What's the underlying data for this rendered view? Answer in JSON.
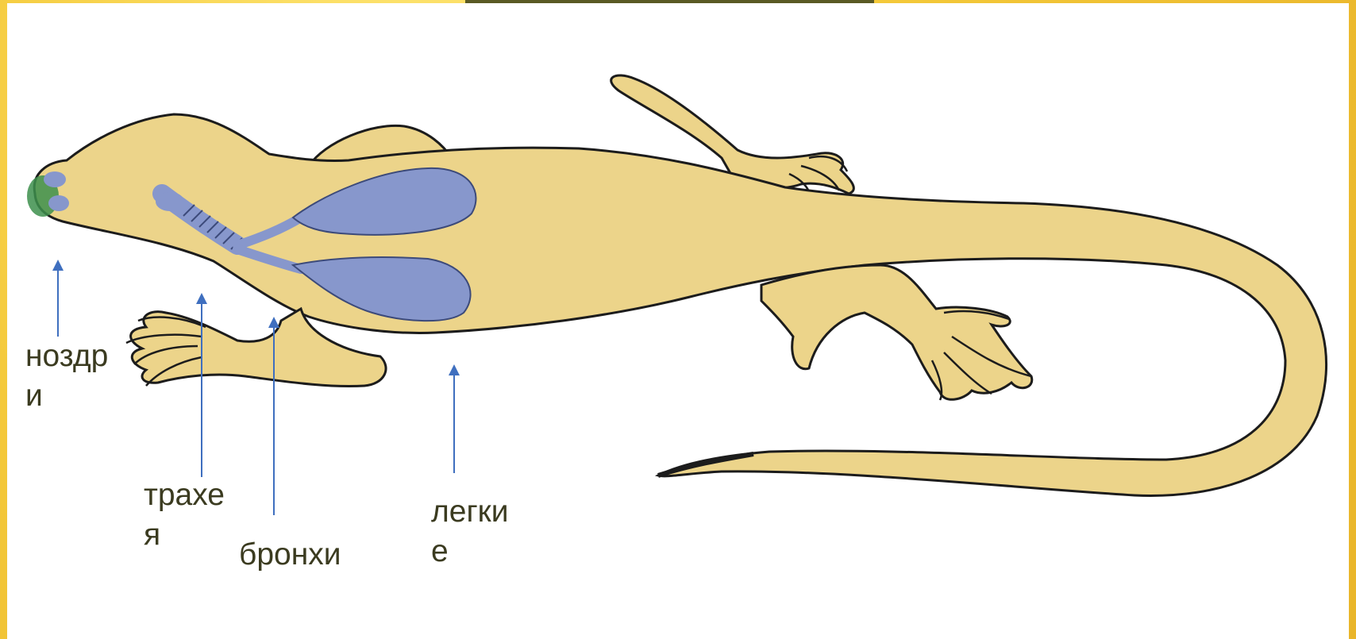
{
  "labels": {
    "nostrils": "ноздри",
    "trachea": "трахея",
    "bronchi": "бронхи",
    "lungs": "легкие"
  },
  "colors": {
    "body": "#ecd48a",
    "outline": "#1c1c1c",
    "lungs": "#8797cc",
    "nostril": "#3d8f4c",
    "arrow": "#3f6fbf",
    "label_text": "#3b3b20",
    "frame": "#f4c93a"
  }
}
